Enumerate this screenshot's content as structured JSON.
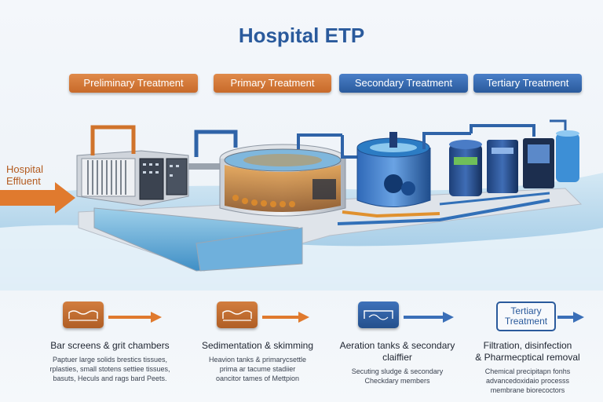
{
  "title": "Hospital ETP",
  "stages": [
    {
      "label": "Preliminary Treatment",
      "color": "#c86a2a"
    },
    {
      "label": "Primary Treatment",
      "color": "#c86a2a"
    },
    {
      "label": "Secondary Treatment",
      "color": "#2a5a9c"
    },
    {
      "label": "Tertiary Treatment",
      "color": "#2a5a9c"
    }
  ],
  "influent": {
    "line1": "Hospital",
    "line2": "Effluent"
  },
  "tertiary_badge": {
    "line1": "Tertiary",
    "line2": "Treatment"
  },
  "steps": [
    {
      "heading": "Bar screens & grit chambers",
      "lines": [
        "Paptuer large solids brestics tissues,",
        "rplasties, small stotens settiee tissues,",
        "basuts, Heculs and rags bard Peets."
      ]
    },
    {
      "heading": "Sedimentation & skimming",
      "lines": [
        "Heavion tanks & primarycsettle",
        "prima ar tacume stadiier",
        "oancitor tames of Mettpion"
      ]
    },
    {
      "heading": "Aeration tanks & secondary claiffier",
      "lines": [
        "Secuting sludge & secondary",
        "Checkdary members"
      ]
    },
    {
      "heading": "Filtration, disinfection",
      "heading2": "& Pharmecptical removal",
      "lines": [
        "Chemical precipitapn fonhs",
        "advancedoxidaio processs",
        "membrane biorecoctors"
      ]
    }
  ],
  "colors": {
    "orange": "#c86a2a",
    "blue": "#2a5a9c",
    "water": "#5ea3d4"
  }
}
